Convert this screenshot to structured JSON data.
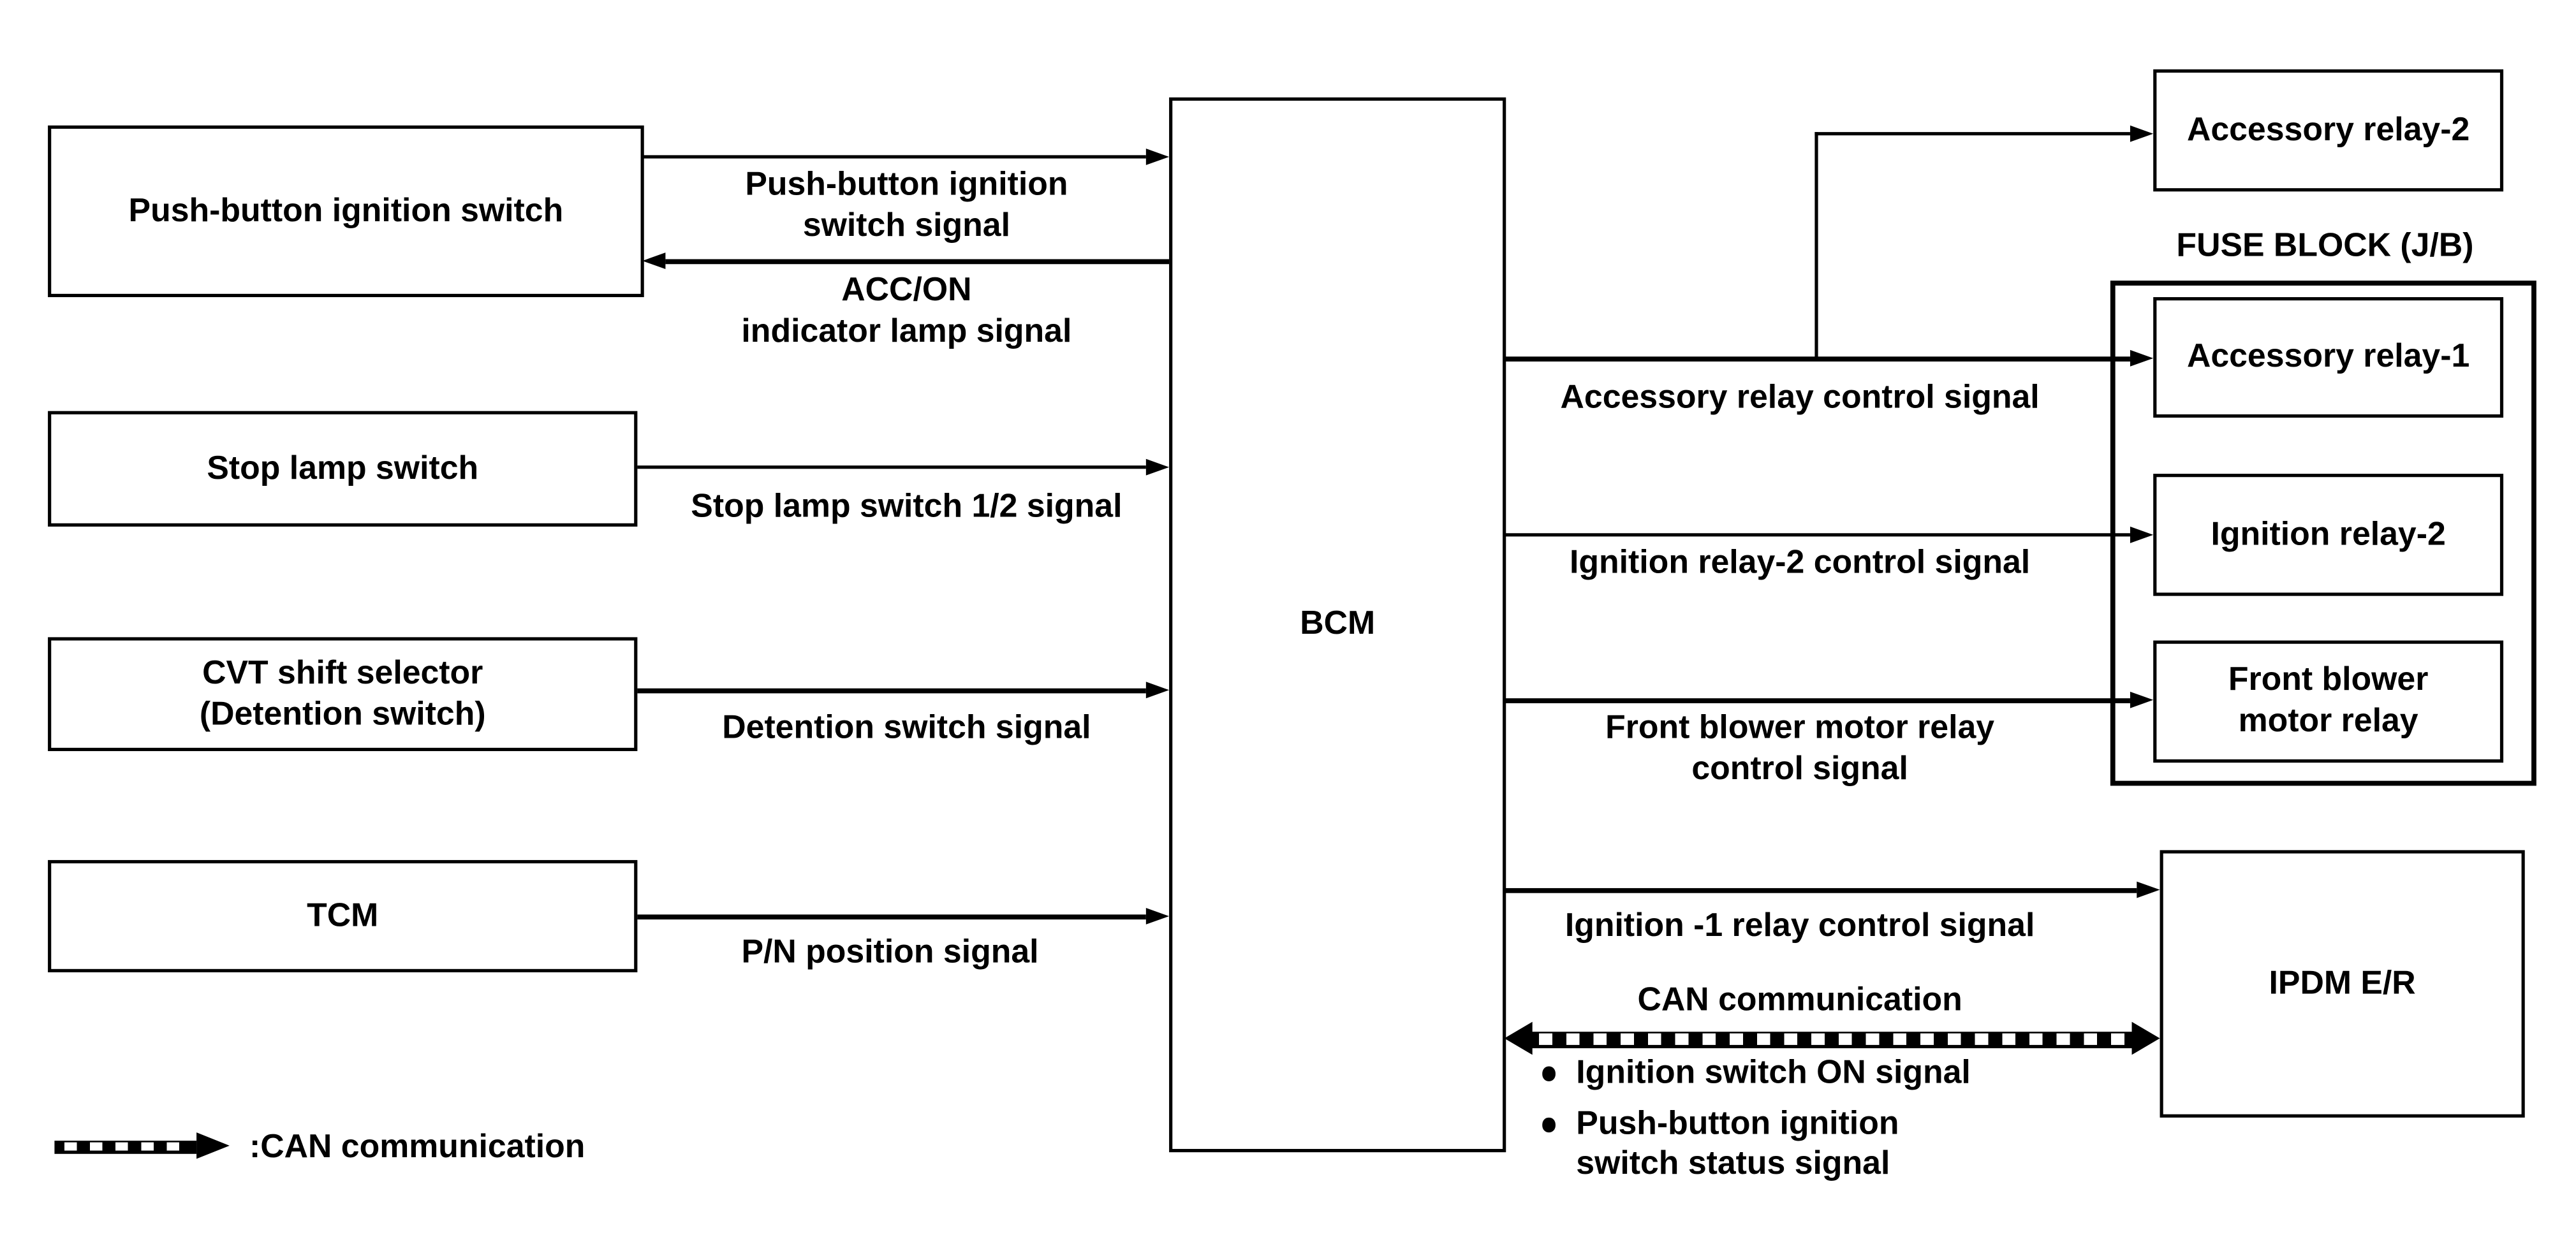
{
  "diagram": {
    "nodes": {
      "push_button_ignition_switch": "Push-button ignition switch",
      "stop_lamp_switch": "Stop lamp switch",
      "cvt_shift_selector": "CVT shift selector\n(Detention switch)",
      "tcm": "TCM",
      "bcm": "BCM",
      "accessory_relay_2": "Accessory relay-2",
      "fuse_block": "FUSE BLOCK (J/B)",
      "accessory_relay_1": "Accessory relay-1",
      "ignition_relay_2": "Ignition relay-2",
      "front_blower_motor_relay": "Front blower\nmotor relay",
      "ipdm_er": "IPDM E/R"
    },
    "signals": {
      "push_button_ignition_switch": "Push-button ignition\nswitch signal",
      "acc_on_indicator_lamp": "ACC/ON\nindicator lamp signal",
      "stop_lamp_switch_1_2": "Stop lamp switch 1/2 signal",
      "detention_switch": "Detention switch signal",
      "pn_position": "P/N position signal",
      "accessory_relay_control": "Accessory relay control signal",
      "ignition_relay_2_control": "Ignition relay-2 control signal",
      "front_blower_motor_relay_control": "Front blower motor relay\ncontrol signal",
      "ignition_1_relay_control": "Ignition -1 relay control signal",
      "can_communication": "CAN communication",
      "can_item_1": "Ignition switch ON signal",
      "can_item_2": "Push-button ignition\nswitch status signal"
    },
    "legend": {
      "can_communication": ":CAN communication"
    },
    "colors": {
      "line": "#000000",
      "background": "#ffffff"
    }
  }
}
